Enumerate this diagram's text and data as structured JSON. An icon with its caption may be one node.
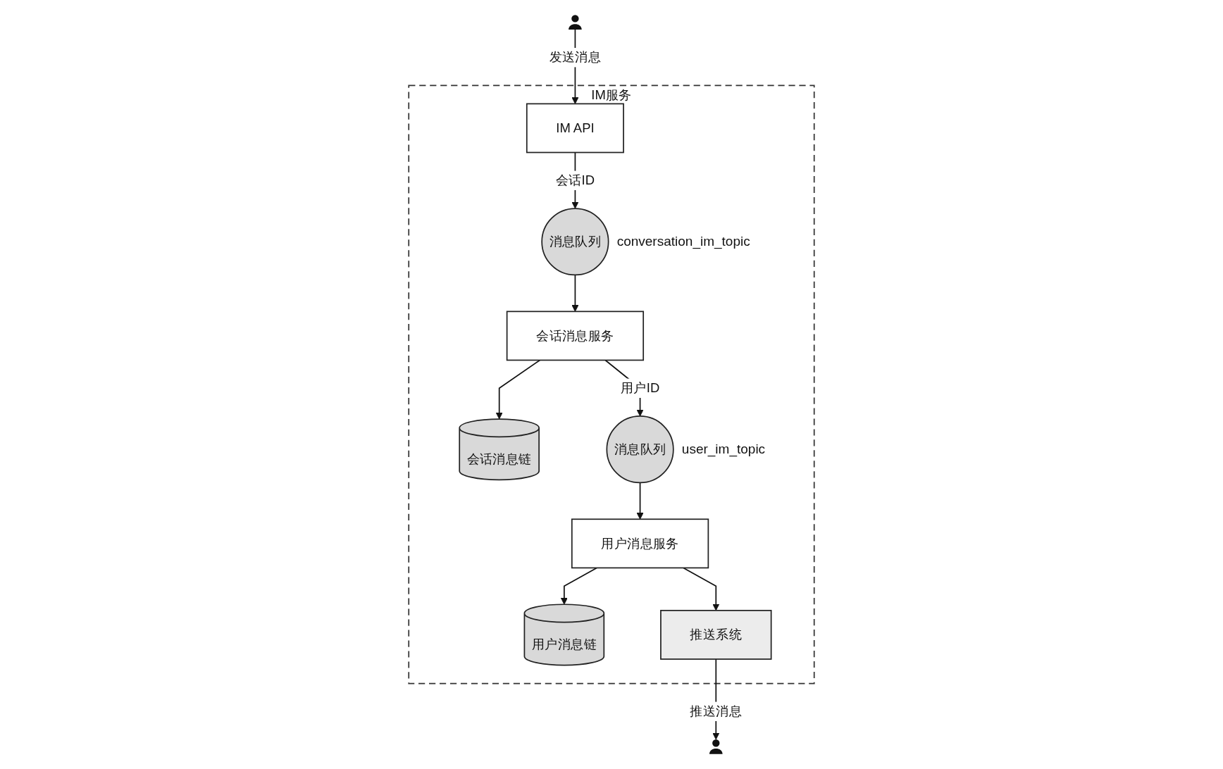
{
  "diagram": {
    "nodes": [
      {
        "text": [],
        "shape": "person"
      },
      {
        "text": [
          "IM服务"
        ]
      },
      {
        "text": [
          "IM API"
        ],
        "in": 1
      },
      {
        "text": [
          "消息队列"
        ],
        "in": 1,
        "beside": [
          "conversation_im_topic"
        ]
      },
      {
        "text": [
          "会话消息服务"
        ],
        "in": 1
      },
      {
        "text": [
          "会话消息链"
        ],
        "in": 1
      },
      {
        "text": [
          "消息队列"
        ],
        "in": 1,
        "beside": [
          "user_im_topic"
        ]
      },
      {
        "text": [
          "用户消息服务"
        ],
        "in": 1
      },
      {
        "text": [
          "用户消息链"
        ],
        "in": 1
      },
      {
        "text": [
          "推送系统"
        ],
        "in": 1
      },
      {
        "text": [],
        "shape": "person"
      }
    ],
    "edges": [
      {
        "from": 0,
        "to": 2,
        "arrow": "to",
        "label": "发送消息"
      },
      {
        "from": 2,
        "to": 3,
        "arrow": "to",
        "label": "会话ID"
      },
      {
        "from": 3,
        "to": 4,
        "arrow": "to"
      },
      {
        "from": 4,
        "to": 5,
        "arrow": "to"
      },
      {
        "from": 4,
        "to": 6,
        "arrow": "to",
        "label": "用户ID"
      },
      {
        "from": 6,
        "to": 7,
        "arrow": "to"
      },
      {
        "from": 7,
        "to": 8,
        "arrow": "to"
      },
      {
        "from": 7,
        "to": 9,
        "arrow": "to"
      },
      {
        "from": 9,
        "to": 10,
        "arrow": "to",
        "label": "推送消息"
      }
    ]
  }
}
